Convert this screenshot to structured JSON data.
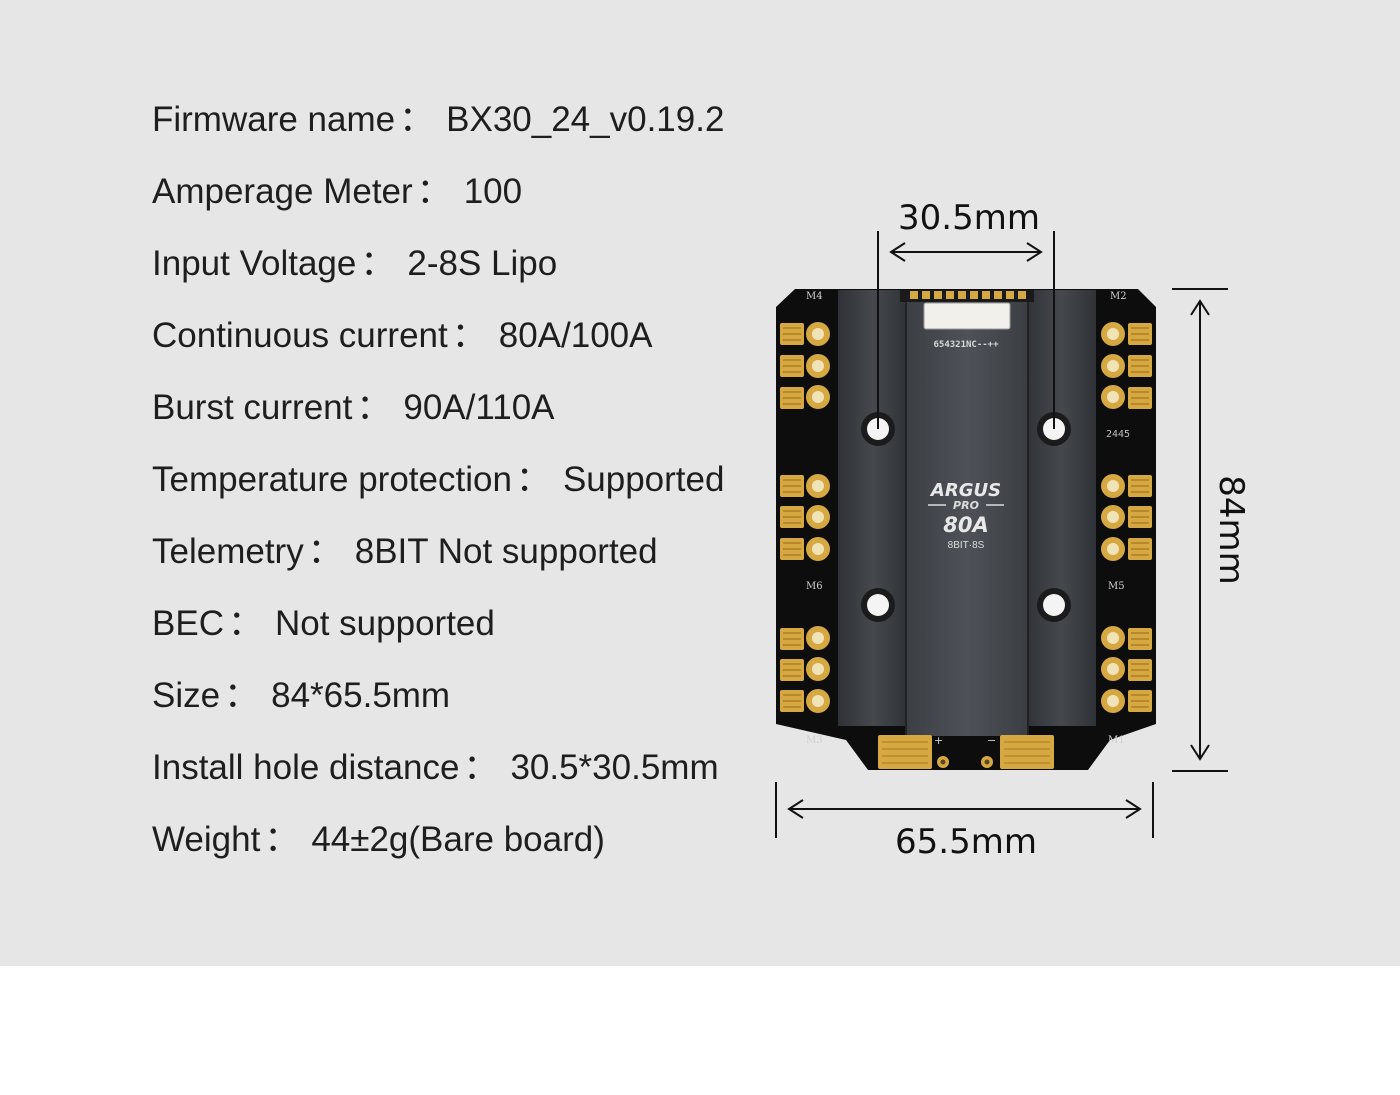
{
  "specs": [
    {
      "label": "Firmware name",
      "value": "BX30_24_v0.19.2"
    },
    {
      "label": "Amperage Meter",
      "value": "100"
    },
    {
      "label": "Input Voltage",
      "value": "2-8S Lipo"
    },
    {
      "label": "Continuous current",
      "value": "80A/100A"
    },
    {
      "label": "Burst current",
      "value": "90A/110A"
    },
    {
      "label": "Temperature protection",
      "value": "Supported"
    },
    {
      "label": "Telemetry",
      "value": "8BIT Not supported"
    },
    {
      "label": "BEC",
      "value": "Not supported"
    },
    {
      "label": "Size",
      "value": "84*65.5mm"
    },
    {
      "label": "Install hole distance",
      "value": "30.5*30.5mm"
    },
    {
      "label": "Weight",
      "value": "44±2g(Bare board)"
    }
  ],
  "separator": "：",
  "dimensions": {
    "hole_spacing": "30.5mm",
    "width": "65.5mm",
    "height": "84mm"
  },
  "board": {
    "brand": "ARGUS",
    "series": "PRO",
    "rating": "80A",
    "spec": "8BIT·8S",
    "connector_code": "654321NC--++",
    "batch_code": "2445",
    "motor_labels": [
      "M4",
      "M2",
      "M6",
      "M5",
      "M3",
      "M1"
    ],
    "pad_plus": "+",
    "pad_minus": "−"
  },
  "colors": {
    "background": "#e6e6e6",
    "pcb": "#0d0d0d",
    "heatsink": "#3a3d40",
    "gold": "#d6a842",
    "text": "#1e1e1e"
  }
}
